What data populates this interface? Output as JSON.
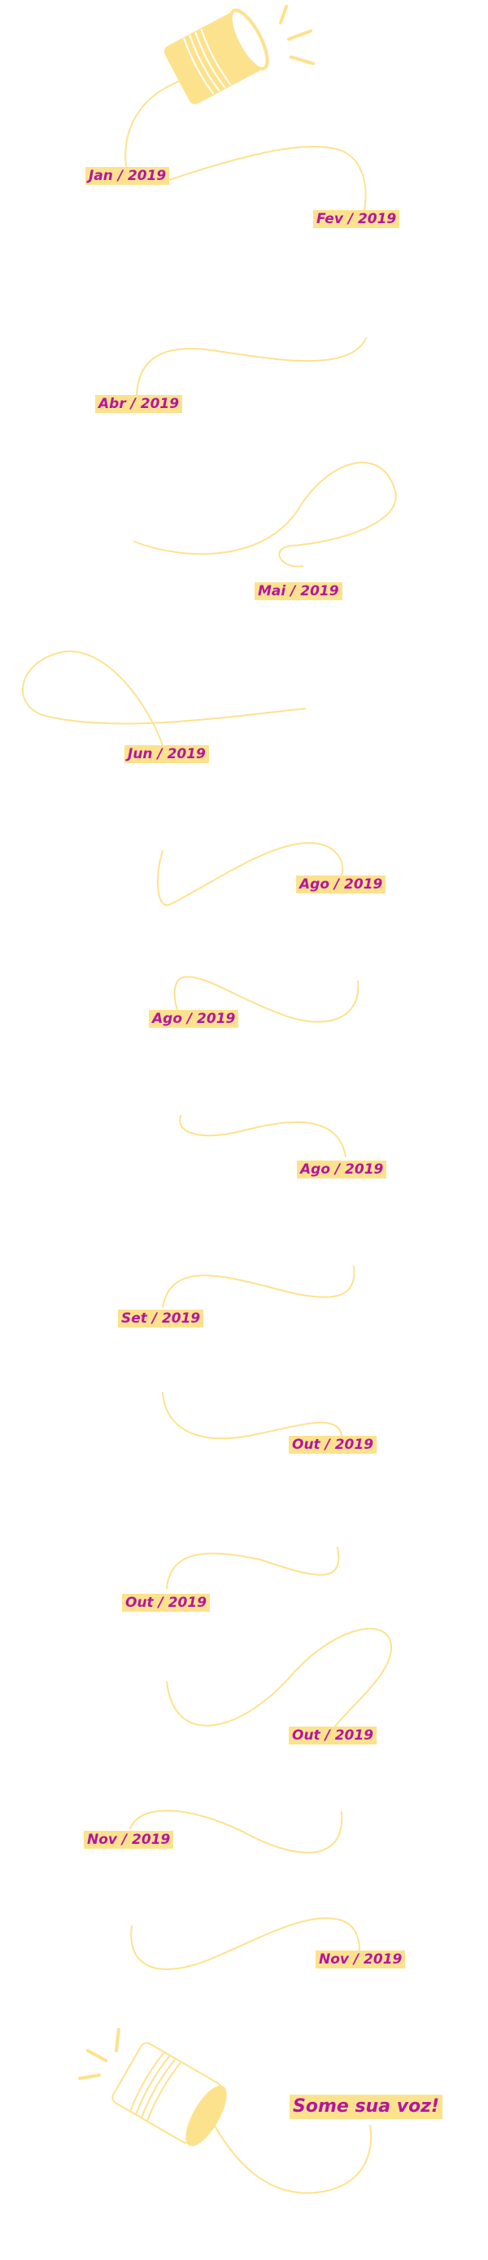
{
  "timeline": {
    "items": [
      {
        "label": "Jan / 2019"
      },
      {
        "label": "Fev / 2019"
      },
      {
        "label": "Abr / 2019"
      },
      {
        "label": "Mai / 2019"
      },
      {
        "label": "Jun / 2019"
      },
      {
        "label": "Ago / 2019"
      },
      {
        "label": "Ago / 2019"
      },
      {
        "label": "Ago / 2019"
      },
      {
        "label": "Set / 2019"
      },
      {
        "label": "Out / 2019"
      },
      {
        "label": "Out / 2019"
      },
      {
        "label": "Out / 2019"
      },
      {
        "label": "Nov / 2019"
      },
      {
        "label": "Nov / 2019"
      }
    ],
    "cta": {
      "label": "Some sua voz!"
    }
  },
  "icons": {
    "top": "tin-can-phone-icon",
    "bottom": "tin-can-phone-icon"
  },
  "colors": {
    "accent": "#fde28d",
    "text": "#b4169f",
    "background": "#ffffff"
  }
}
